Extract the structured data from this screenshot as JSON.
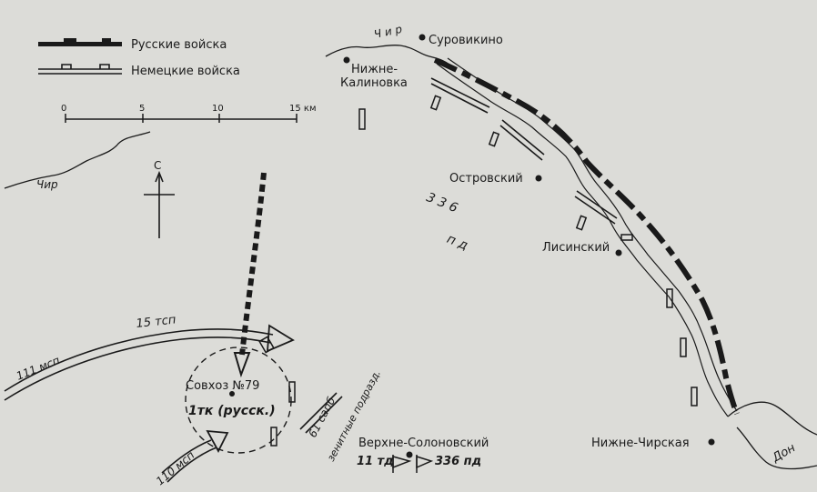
{
  "legend": {
    "russian_troops": "Русские войска",
    "german_troops": "Немецкие войска"
  },
  "scale": {
    "ticks": [
      "0",
      "5",
      "10",
      "15 км"
    ]
  },
  "north_arrow": {
    "label": "С"
  },
  "rivers": {
    "chir_north": "Ч и р",
    "chir_west": "Чир",
    "don": "Дон"
  },
  "settlements": {
    "surovikino": "Суровикино",
    "nizhne_kalinovka_1": "Нижне-",
    "nizhne_kalinovka_2": "Калиновка",
    "ostrovsky": "Островский",
    "lisinsky": "Лисинский",
    "sovkhoz": "Совхоз №79",
    "verkhne_solonovsky": "Верхне-Солоновский",
    "nizhne_chirskaya": "Нижне-Чирская"
  },
  "units": {
    "div_336_1": "3 3 6",
    "div_336_2": "п д",
    "tank_corps": "1тк (русск.)",
    "reg_15": "15 тсп",
    "reg_111": "111 мсп",
    "reg_110": "110 мсп",
    "sab_61": "61 сапб",
    "aa_units": "зенитные подразд.",
    "td_11": "11 тд",
    "pd_336": "336 пд"
  },
  "colors": {
    "paper": "#dcdcd8",
    "ink": "#1a1a1a"
  }
}
